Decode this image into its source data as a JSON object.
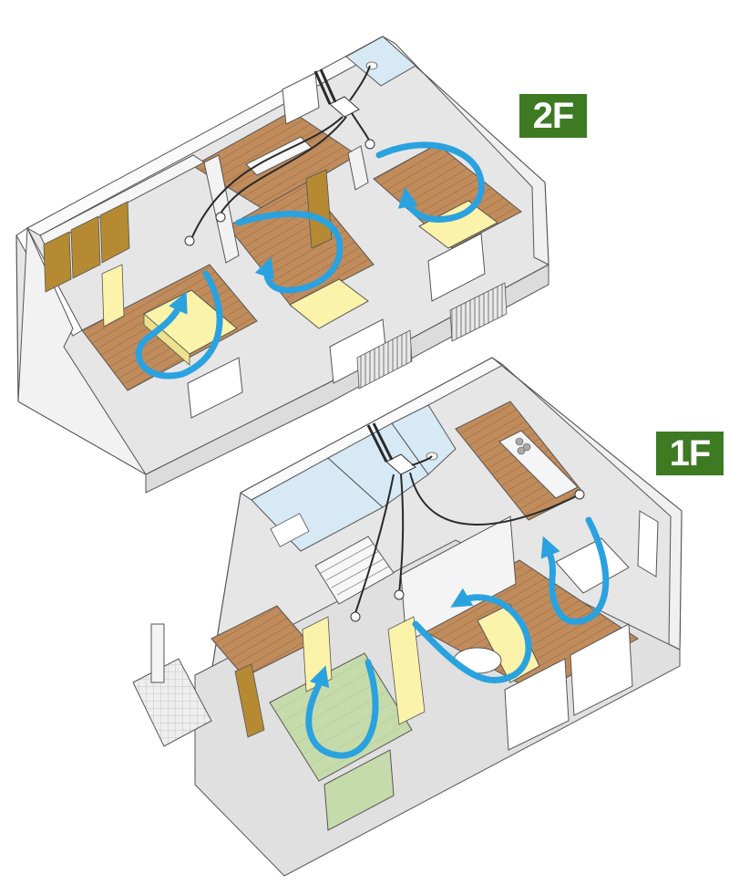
{
  "floors": [
    {
      "label": "2F",
      "color": "#3d7a22"
    },
    {
      "label": "1F",
      "color": "#3d7a22"
    }
  ],
  "colors": {
    "airflow": "#2aa2df",
    "duct": "#2a2a2a",
    "wall_face": "#f4f4f4",
    "wall_shade": "#dcdcdc",
    "wood_floor": "#b98457",
    "tatami": "#c3d8a7",
    "furniture": "#fbf3a9",
    "wet_area": "#d7e9f5",
    "closet_door": "#b58a33"
  },
  "icons": [
    "floor-plan-illustration",
    "airflow-arrow",
    "ventilation-duct",
    "ventilation-unit"
  ]
}
